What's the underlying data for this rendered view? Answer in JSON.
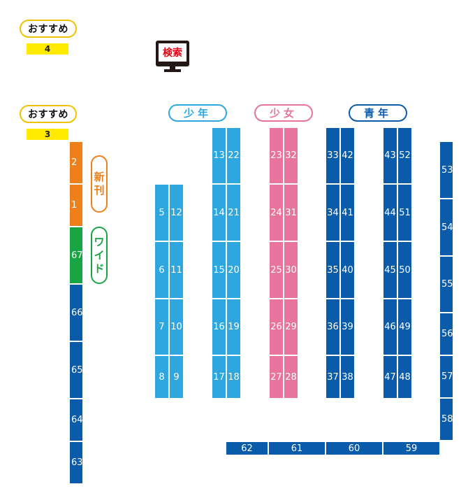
{
  "colors": {
    "light_blue": "#2ea7e0",
    "pink": "#e8739c",
    "dark_blue": "#0b5bab",
    "orange": "#ee7f1a",
    "green": "#1aa545",
    "yellow": "#ffea00",
    "search_red": "#e60012"
  },
  "labels": {
    "recommend_top": "おすすめ",
    "recommend_top_num": "4",
    "recommend_mid": "おすすめ",
    "recommend_mid_num": "3",
    "search": "検索",
    "shonen": "少年",
    "shojo": "少女",
    "seinen": "青年",
    "new_chars": [
      "新",
      "刊"
    ],
    "wide_chars": [
      "ワ",
      "イ",
      "ド"
    ]
  },
  "shelves": {
    "left_column": [
      "2",
      "1",
      "67",
      "66",
      "65",
      "64",
      "63"
    ],
    "aisle_5_12": [
      [
        "5",
        "12"
      ],
      [
        "6",
        "11"
      ],
      [
        "7",
        "10"
      ],
      [
        "8",
        "9"
      ]
    ],
    "aisle_13_22": [
      [
        "13",
        "22"
      ],
      [
        "14",
        "21"
      ],
      [
        "15",
        "20"
      ],
      [
        "16",
        "19"
      ],
      [
        "17",
        "18"
      ]
    ],
    "aisle_23_32": [
      [
        "23",
        "32"
      ],
      [
        "24",
        "31"
      ],
      [
        "25",
        "30"
      ],
      [
        "26",
        "29"
      ],
      [
        "27",
        "28"
      ]
    ],
    "aisle_33_42": [
      [
        "33",
        "42"
      ],
      [
        "34",
        "41"
      ],
      [
        "35",
        "40"
      ],
      [
        "36",
        "39"
      ],
      [
        "37",
        "38"
      ]
    ],
    "aisle_43_52": [
      [
        "43",
        "52"
      ],
      [
        "44",
        "51"
      ],
      [
        "45",
        "50"
      ],
      [
        "46",
        "49"
      ],
      [
        "47",
        "48"
      ]
    ],
    "right_column": [
      "53",
      "54",
      "55",
      "56",
      "57",
      "58"
    ],
    "bottom_row": [
      "62",
      "61",
      "60",
      "59"
    ]
  }
}
